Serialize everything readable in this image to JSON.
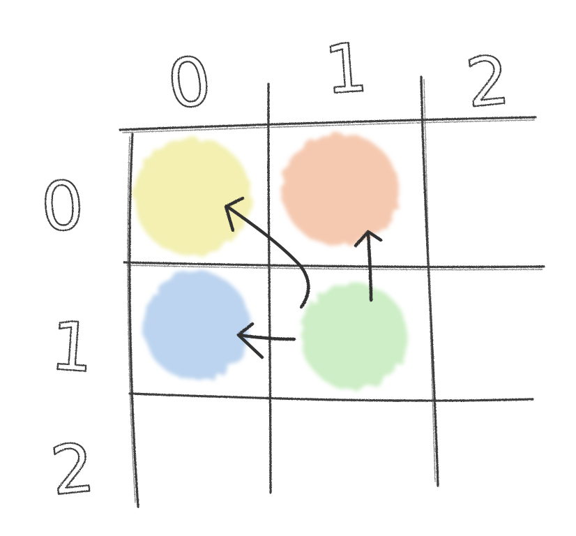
{
  "column_labels": [
    "0",
    "1",
    "2"
  ],
  "row_labels": [
    "0",
    "1",
    "2"
  ],
  "dots": [
    {
      "row": 0,
      "col": 0,
      "color": "#f3f0b2"
    },
    {
      "row": 0,
      "col": 1,
      "color": "#f5c9b0"
    },
    {
      "row": 1,
      "col": 0,
      "color": "#bcd4ef"
    },
    {
      "row": 1,
      "col": 1,
      "color": "#cdeec6"
    }
  ],
  "arrows": [
    {
      "from": [
        1,
        1
      ],
      "to": [
        0,
        0
      ]
    },
    {
      "from": [
        1,
        1
      ],
      "to": [
        0,
        1
      ]
    },
    {
      "from": [
        1,
        1
      ],
      "to": [
        1,
        0
      ]
    }
  ]
}
